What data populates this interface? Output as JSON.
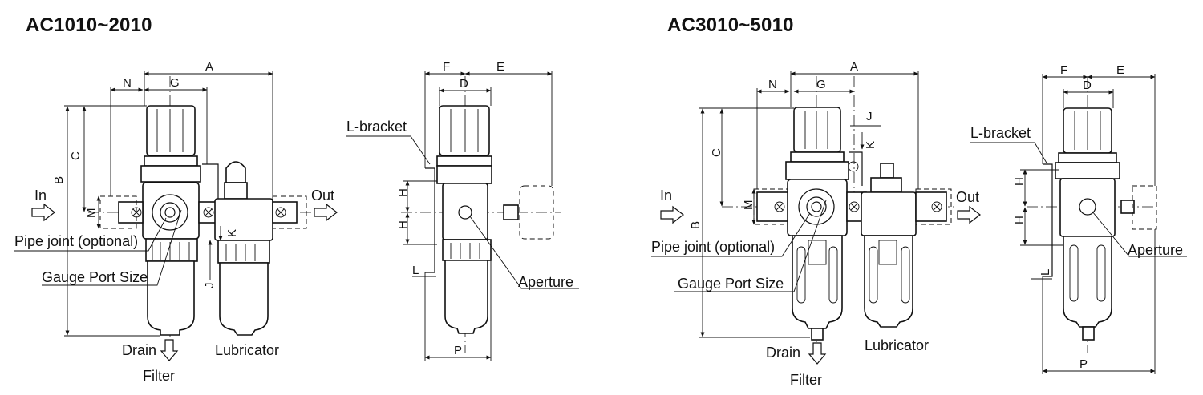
{
  "titles": {
    "left": "AC1010~2010",
    "right": "AC3010~5010"
  },
  "labels": {
    "in": "In",
    "out": "Out",
    "pipe_joint": "Pipe joint (optional)",
    "gauge_port": "Gauge Port Size",
    "drain": "Drain",
    "filter": "Filter",
    "lubricator": "Lubricator",
    "l_bracket": "L-bracket",
    "aperture": "Aperture"
  },
  "dims": {
    "A": "A",
    "B": "B",
    "C": "C",
    "D": "D",
    "E": "E",
    "F": "F",
    "G": "G",
    "H": "H",
    "J": "J",
    "K": "K",
    "L": "L",
    "M": "M",
    "N": "N",
    "P": "P"
  }
}
